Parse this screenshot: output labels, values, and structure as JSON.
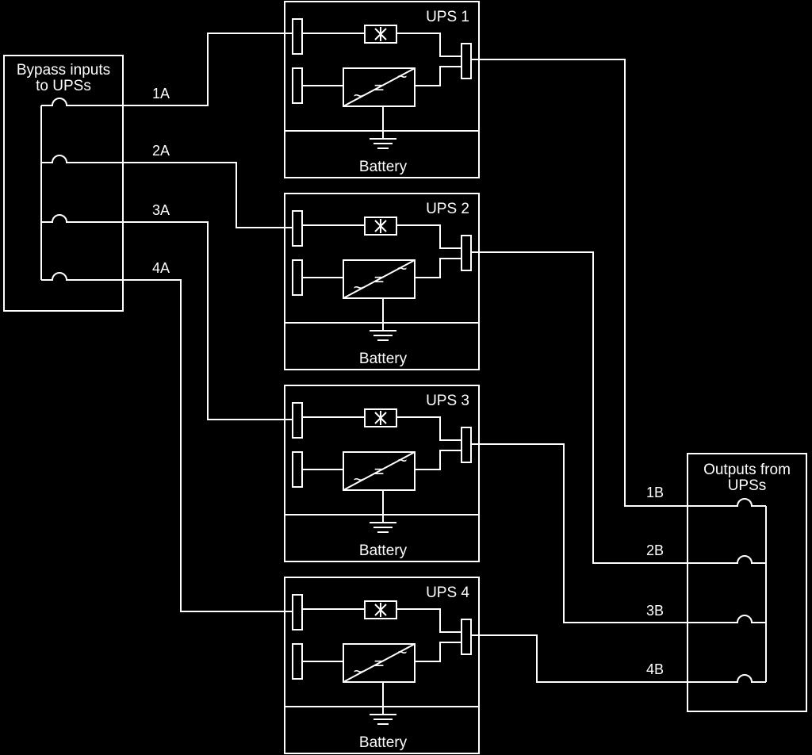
{
  "bypass_box": {
    "line1": "Bypass inputs",
    "line2": "to UPSs"
  },
  "outputs_box": {
    "line1": "Outputs from",
    "line2": "UPSs"
  },
  "ups_units": [
    {
      "name": "UPS 1",
      "battery": "Battery",
      "input_label": "1A",
      "output_label": "1B"
    },
    {
      "name": "UPS 2",
      "battery": "Battery",
      "input_label": "2A",
      "output_label": "2B"
    },
    {
      "name": "UPS 3",
      "battery": "Battery",
      "input_label": "3A",
      "output_label": "3B"
    },
    {
      "name": "UPS 4",
      "battery": "Battery",
      "input_label": "4A",
      "output_label": "4B"
    }
  ],
  "icons": {
    "static_switch": "static-switch-icon",
    "converter": "ac-dc-converter-icon",
    "ground": "ground-icon",
    "connector": "cable-connector-icon"
  },
  "colors": {
    "background": "#000000",
    "foreground": "#ffffff"
  }
}
